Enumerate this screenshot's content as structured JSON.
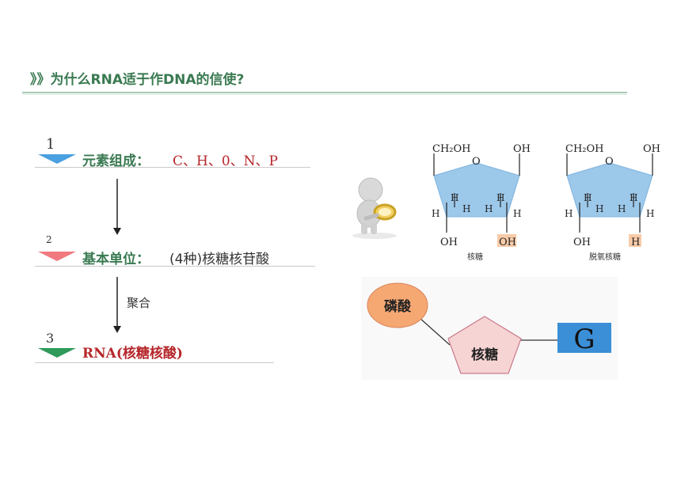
{
  "header": {
    "title": "》》为什么RNA适于作DNA的信使?"
  },
  "steps": [
    {
      "number": "1",
      "label": "元素组成：",
      "value": "C、H、0、N、P",
      "color": "#4aa0e0"
    },
    {
      "number": "2",
      "label": "基本单位：",
      "value": "(4种)核糖核苷酸",
      "color": "#f07a80"
    },
    {
      "number": "3",
      "value": "RNA(核糖核酸)",
      "color": "#2f9a5a"
    }
  ],
  "process": {
    "label": "聚合"
  },
  "ribose": {
    "top_left": "CH₂OH",
    "top_right": "OH",
    "ring_o": "O",
    "h": "H",
    "bottom_left": "OH",
    "bottom_right": "OH",
    "caption": "核糖"
  },
  "deoxyribose": {
    "top_left": "CH₂OH",
    "top_right": "OH",
    "ring_o": "O",
    "h": "H",
    "bottom_left": "OH",
    "bottom_right": "H",
    "caption": "脱氧核糖"
  },
  "nucleotide": {
    "phosphate": "磷酸",
    "sugar": "核糖",
    "base": "G"
  },
  "colors": {
    "title_green": "#3a7a52",
    "value_red": "#b5262a",
    "sugar_blue": "#9cc8ea",
    "phosphate_orange": "#f6a873",
    "pentagon_pink": "#f7d4d4",
    "base_blue": "#3b8fd6",
    "highlight": "#f8cba8"
  }
}
